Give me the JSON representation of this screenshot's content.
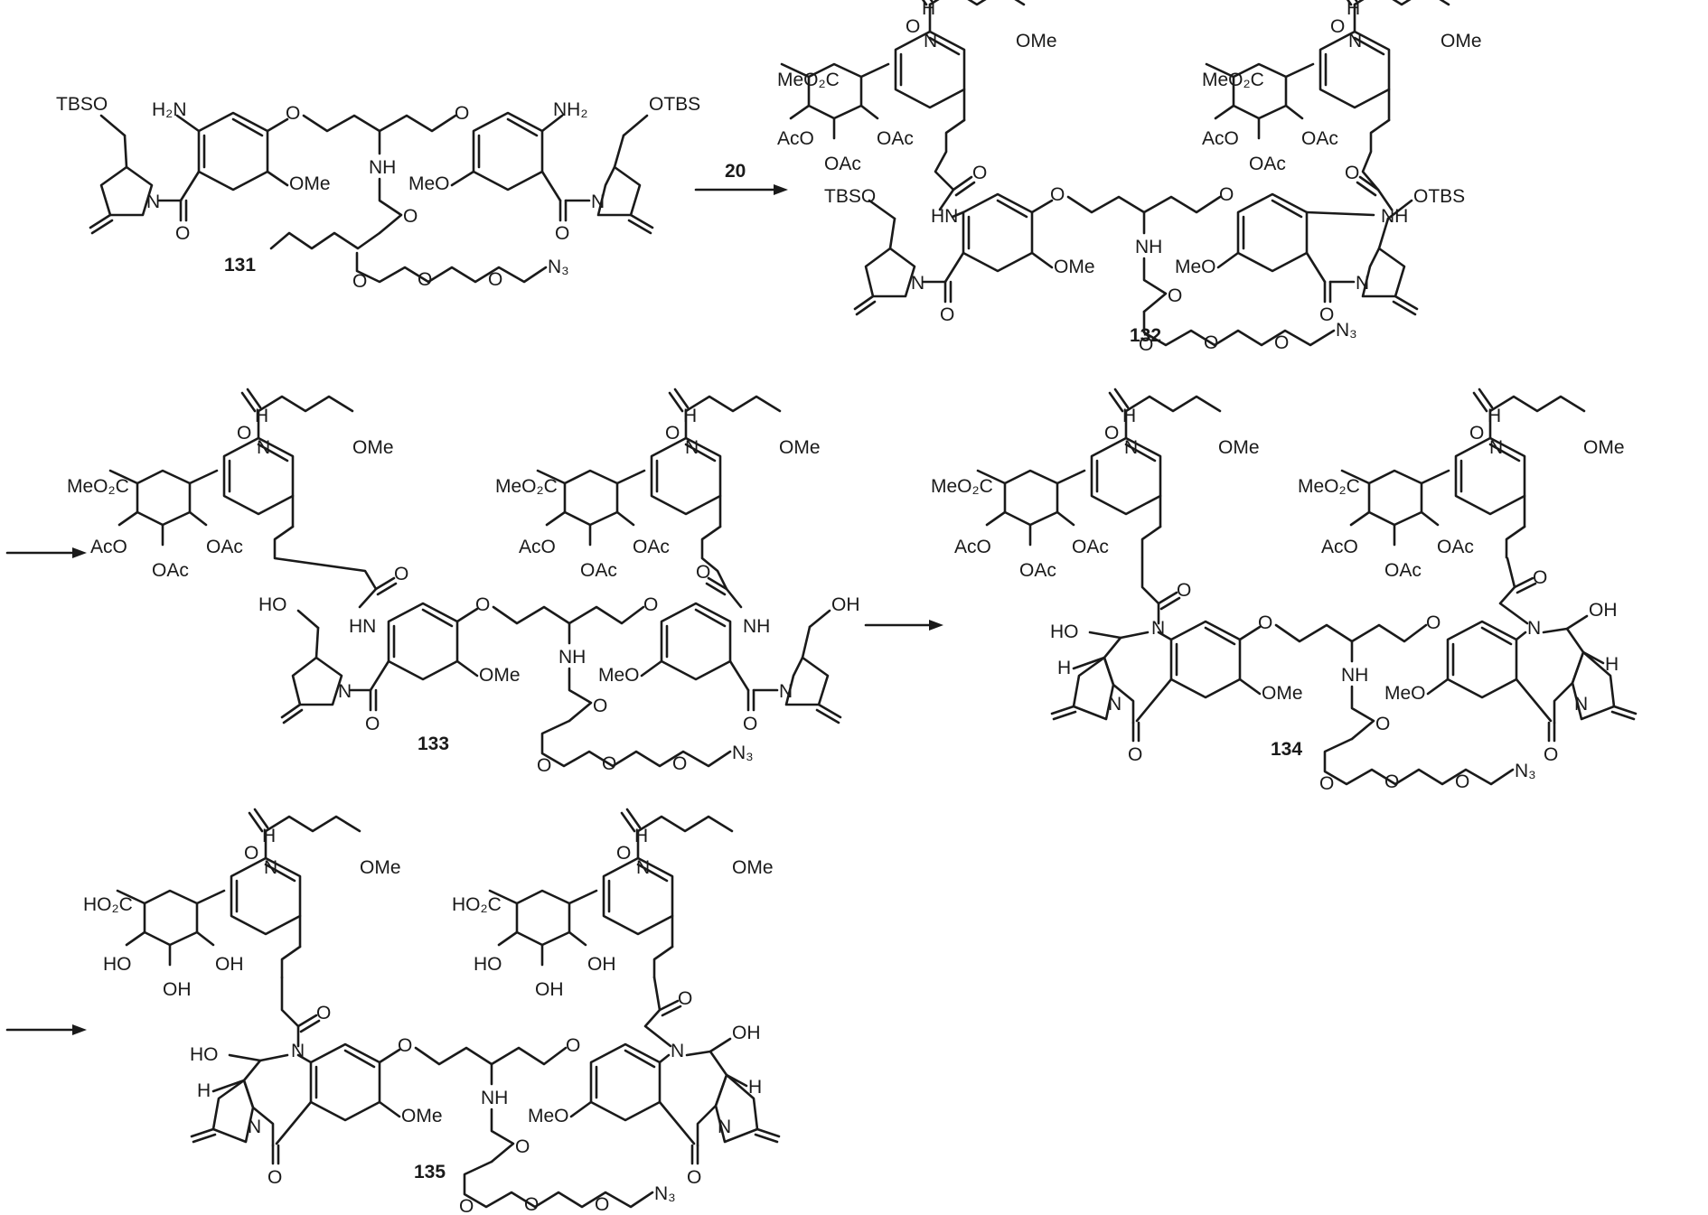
{
  "compounds": [
    {
      "id": "c131",
      "label": "131"
    },
    {
      "id": "c132",
      "label": "132"
    },
    {
      "id": "c133",
      "label": "133"
    },
    {
      "id": "c134",
      "label": "134"
    },
    {
      "id": "c135",
      "label": "135"
    }
  ],
  "reagent": "20",
  "groups": {
    "tbso": "TBSO",
    "otbs": "OTBS",
    "tbso_spaced": "TBSO",
    "otbs_spaced": "OTBS",
    "h2n": "H₂N",
    "nh2": "NH₂",
    "ome": "OMe",
    "meo": "MeO",
    "nh": "NH",
    "hn": "HN",
    "h": "H",
    "n3": "N₃",
    "o": "O",
    "n": "N",
    "meo2c": "MeO₂C",
    "ho2c": "HO₂C",
    "aco": "AcO",
    "oac": "OAc",
    "ho": "HO",
    "oh": "OH",
    "h_stereo": "H"
  }
}
